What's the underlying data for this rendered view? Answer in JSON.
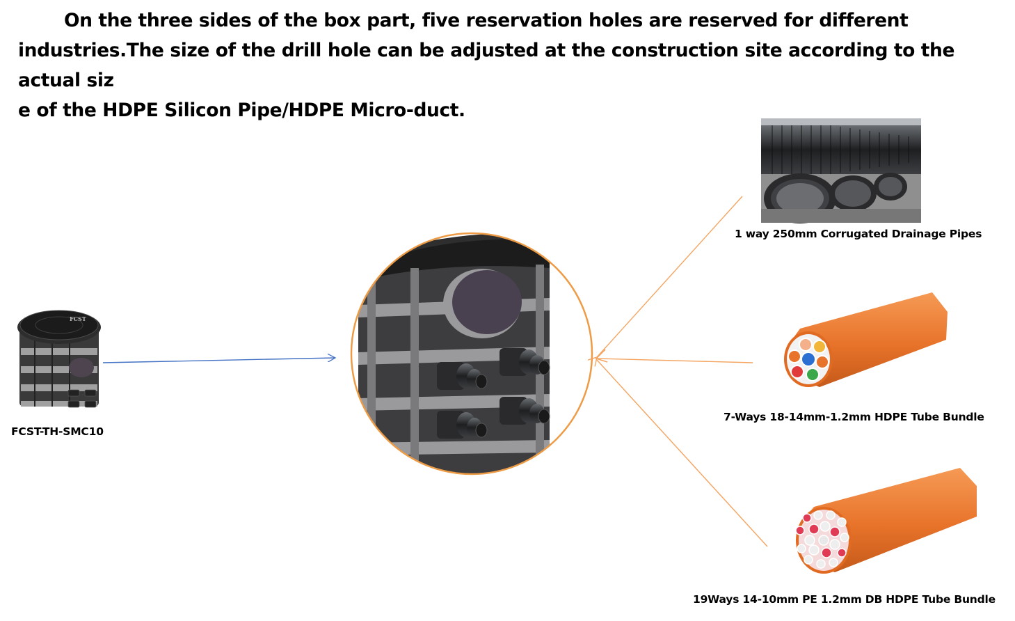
{
  "intro": {
    "line1": "On the three sides of the box part, five reservation holes are reserved for different",
    "line2": "industries.The size of the drill hole can be adjusted at the construction site according to the actual siz",
    "line3": "e of the HDPE Silicon Pipe/HDPE Micro-duct."
  },
  "product": {
    "model_label": "FCST-TH-SMC10",
    "lid_brand": "FCST"
  },
  "options": [
    {
      "caption": "1 way 250mm Corrugated Drainage Pipes"
    },
    {
      "caption": "7-Ways 18-14mm-1.2mm HDPE Tube Bundle"
    },
    {
      "caption": "19Ways 14-10mm PE 1.2mm DB HDPE Tube Bundle"
    }
  ],
  "colors": {
    "blue_arrow": "#4472c4",
    "orange_arrow": "#f4a460",
    "circle_border": "#ed9b45",
    "tube_orange": "#e8732a",
    "box_dark": "#2b2b2b",
    "box_gray": "#8a8a8a"
  }
}
